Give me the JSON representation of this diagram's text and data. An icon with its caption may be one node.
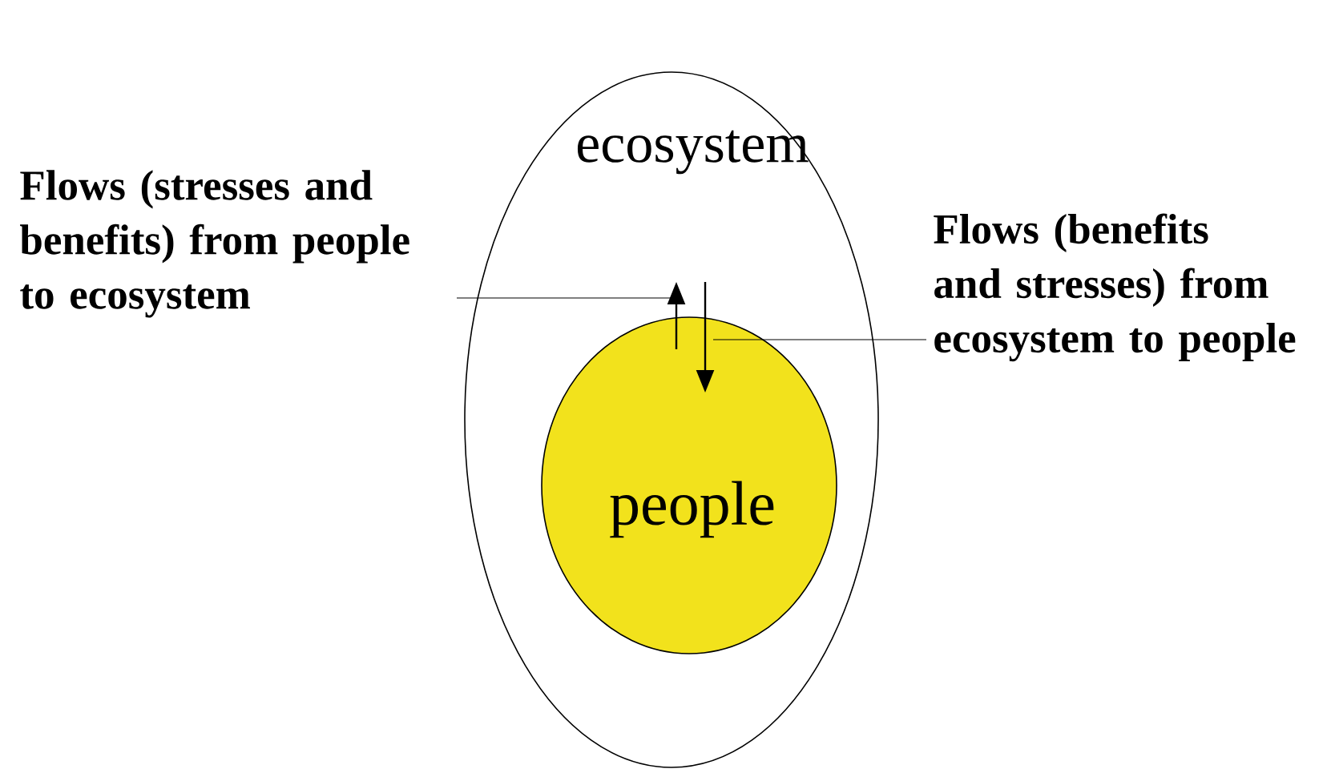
{
  "diagram": {
    "nodes": [
      {
        "text": [
          "ecosystem"
        ]
      },
      {
        "text": [
          "people"
        ],
        "in": 0
      },
      {
        "text": [
          "Flows (stresses and benefits) from people to ecosystem"
        ]
      },
      {
        "text": [
          "Flows (benefits and stresses) from ecosystem to people"
        ]
      }
    ],
    "edges": [
      {
        "from": 1,
        "to": null,
        "arrow": "to"
      },
      {
        "from": null,
        "to": 1,
        "arrow": "to"
      },
      {
        "from": 2,
        "to": null,
        "arrow": "none"
      },
      {
        "from": 3,
        "to": 1,
        "arrow": "none"
      }
    ]
  }
}
